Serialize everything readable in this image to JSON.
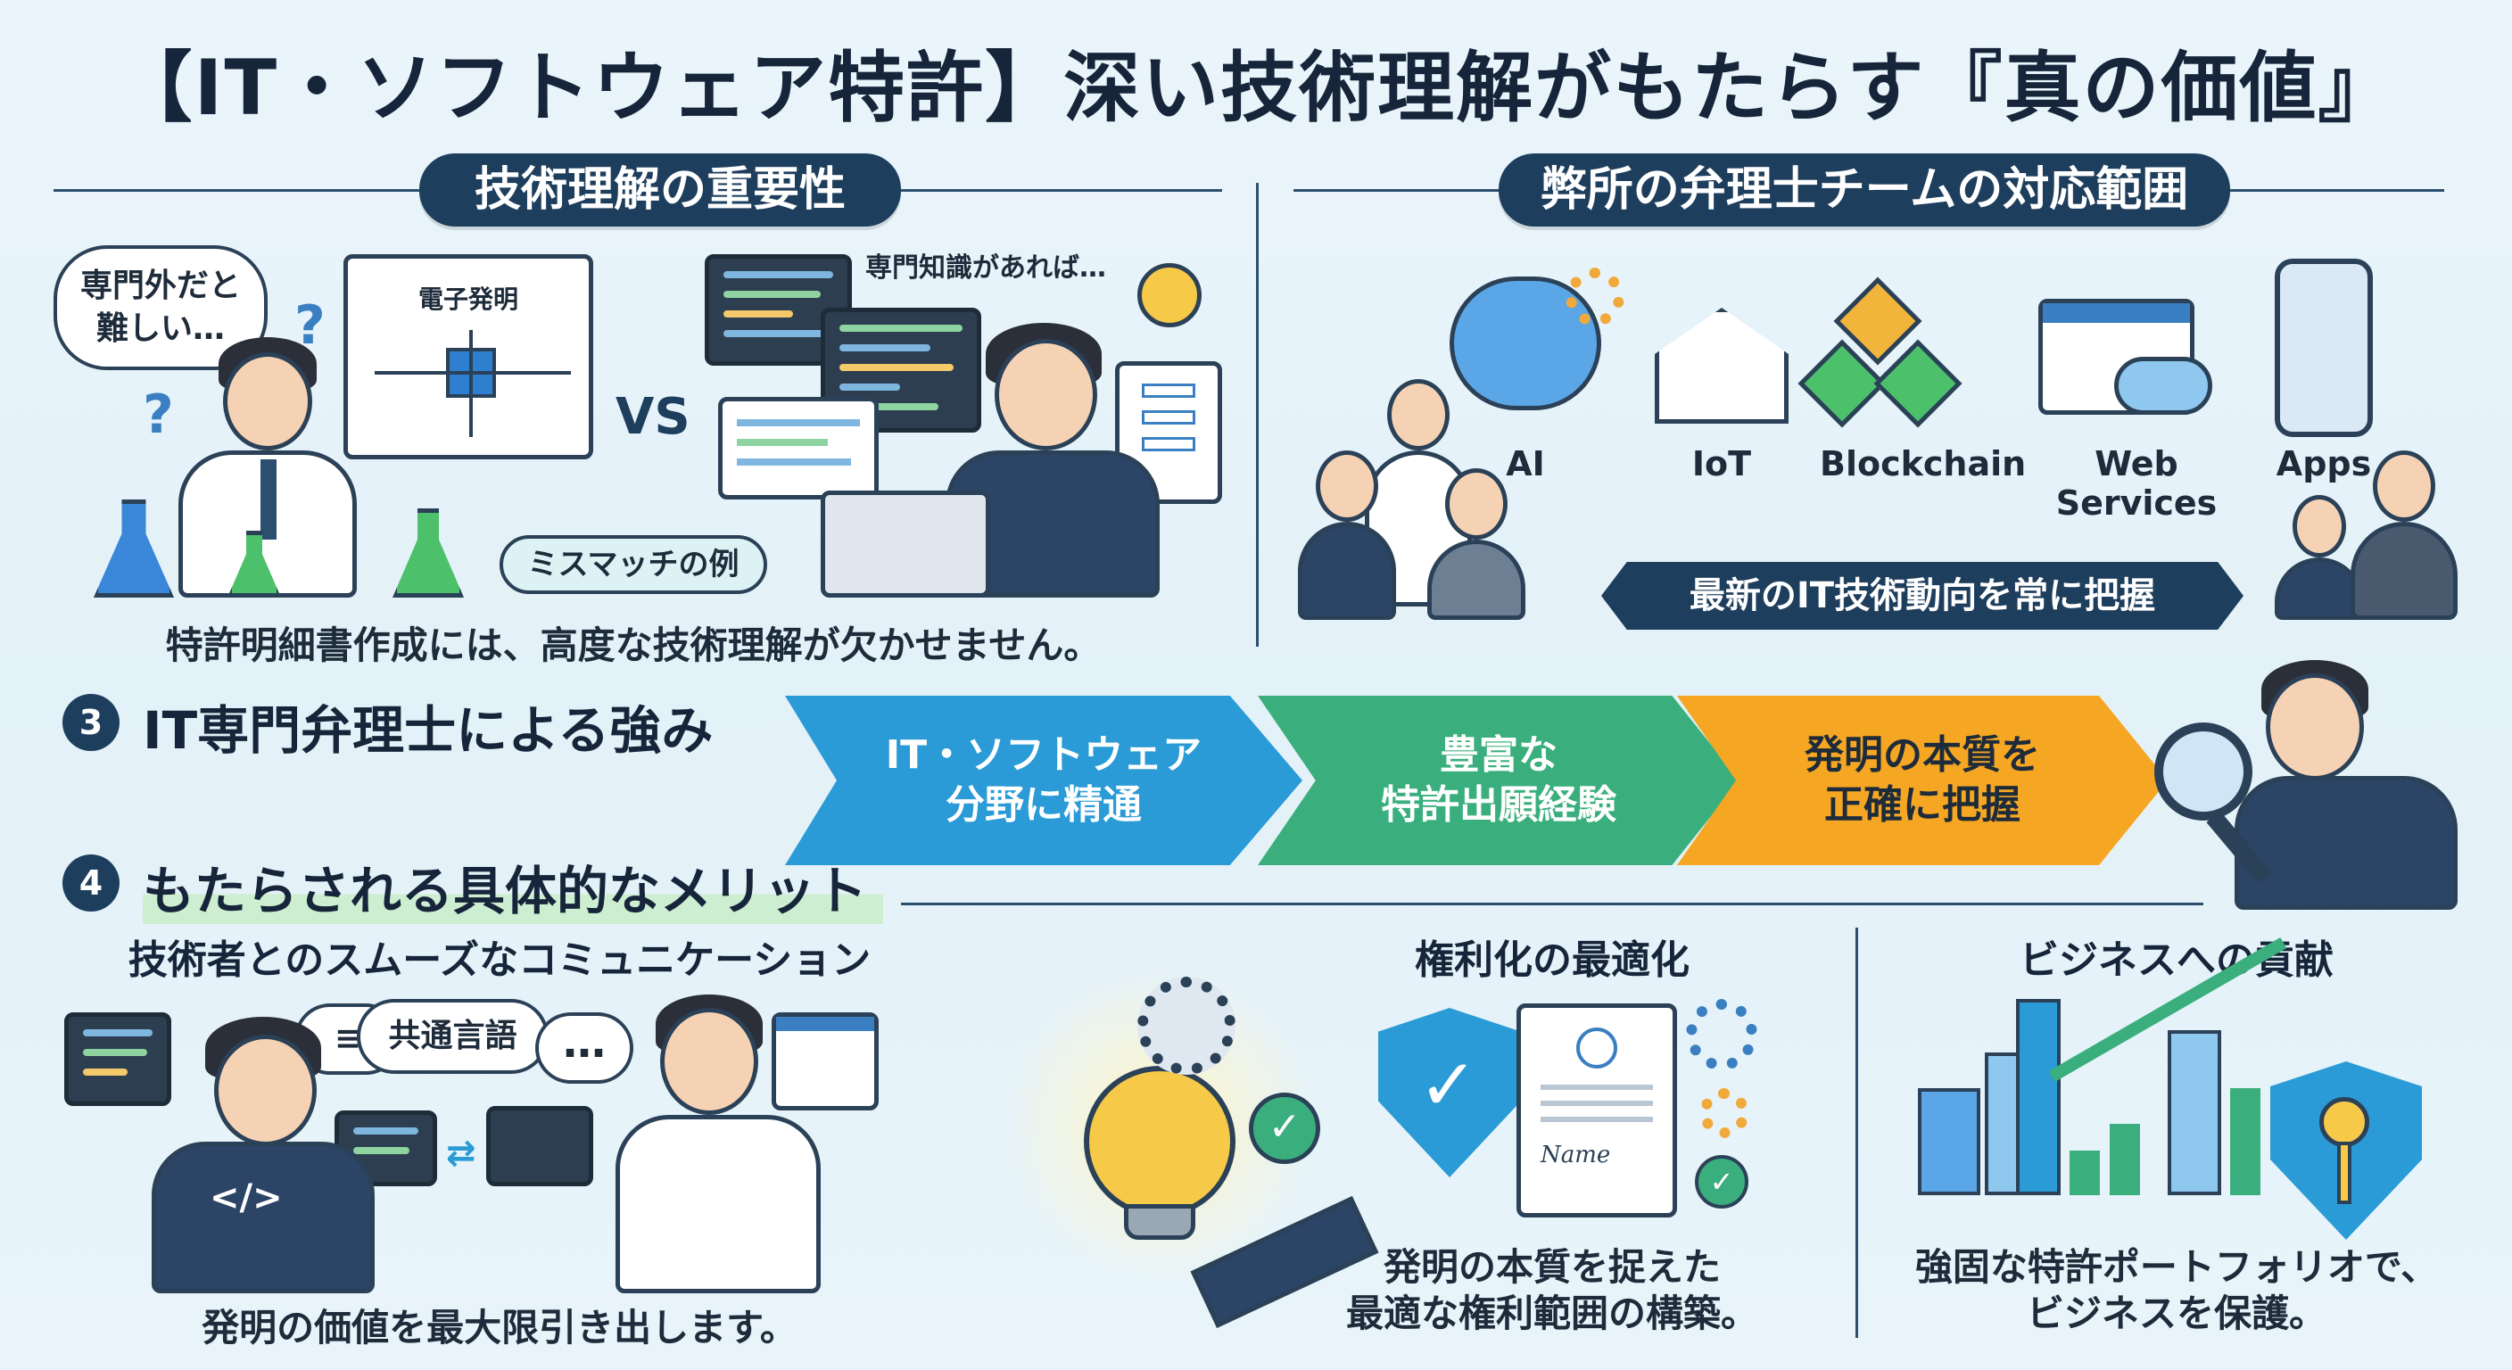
{
  "title": "【IT・ソフトウェア特許】深い技術理解がもたらす『真の価値』",
  "tech_section": {
    "heading": "技術理解の重要性",
    "bubble": "専門外だと\n難しい…",
    "screen_title": "電子発明",
    "vs": "VS",
    "expert_note": "専門知識があれば…",
    "mismatch_label": "ミスマッチの例",
    "caption": "特許明細書作成には、高度な技術理解が欠かせません。"
  },
  "team_section": {
    "heading": "弊所の弁理士チームの対応範囲",
    "domains": [
      "AI",
      "IoT",
      "Blockchain",
      "Web Services",
      "Apps"
    ],
    "banner": "最新のIT技術動向を常に把握"
  },
  "strengths": {
    "number": "3",
    "heading": "IT専門弁理士による強み",
    "arrows": [
      "IT・ソフトウェア\n分野に精通",
      "豊富な\n特許出願経験",
      "発明の本質を\n正確に把握"
    ]
  },
  "merits": {
    "number": "4",
    "heading": "もたらされる具体的なメリット",
    "communication": {
      "heading": "技術者とのスムーズなコミュニケーション",
      "bubble": "共通言語",
      "code_glyph": "</>",
      "caption": "発明の価値を最大限引き出します。"
    },
    "rights": {
      "heading": "権利化の最適化",
      "signature": "Name",
      "caption": "発明の本質を捉えた\n最適な権利範囲の構築。"
    },
    "business": {
      "heading": "ビジネスへの貢献",
      "caption": "強固な特許ポートフォリオで、\nビジネスを保護。"
    }
  },
  "colors": {
    "navy": "#1e3e5d",
    "arrow_blue": "#2a9bd6",
    "arrow_green": "#3aaf7d",
    "arrow_orange": "#f5a623"
  }
}
